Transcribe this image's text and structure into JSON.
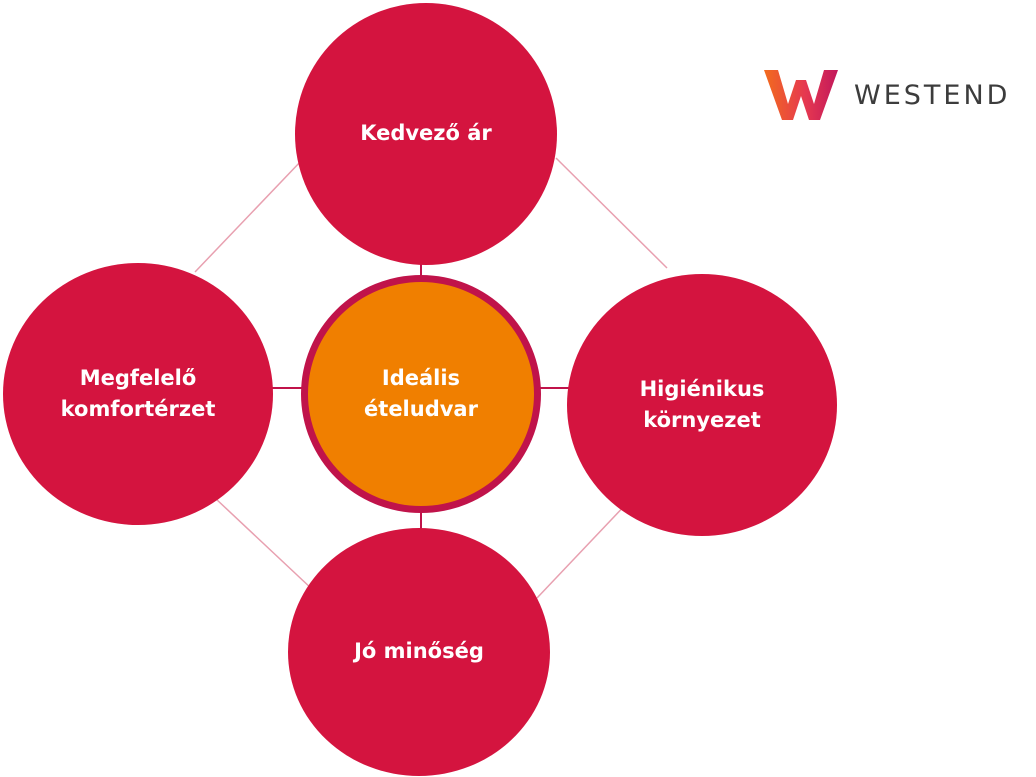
{
  "diagram": {
    "center": {
      "label": "Ideális\nételudvar",
      "color": "#f07f00",
      "border_color": "#c0134a"
    },
    "nodes": [
      {
        "id": "top",
        "label": "Kedvező ár"
      },
      {
        "id": "left",
        "label": "Megfelelő\nkomfortérzet"
      },
      {
        "id": "right",
        "label": "Higiénikus\nkörnyezet"
      },
      {
        "id": "bottom",
        "label": "Jó minőség"
      }
    ],
    "node_color": "#d4143f",
    "connector_color": "#e8a0b0"
  },
  "logo": {
    "text": "WESTEND",
    "text_color": "#3c3c3c",
    "mark_colors": [
      "#f26b1d",
      "#e63950",
      "#c2185b"
    ]
  }
}
